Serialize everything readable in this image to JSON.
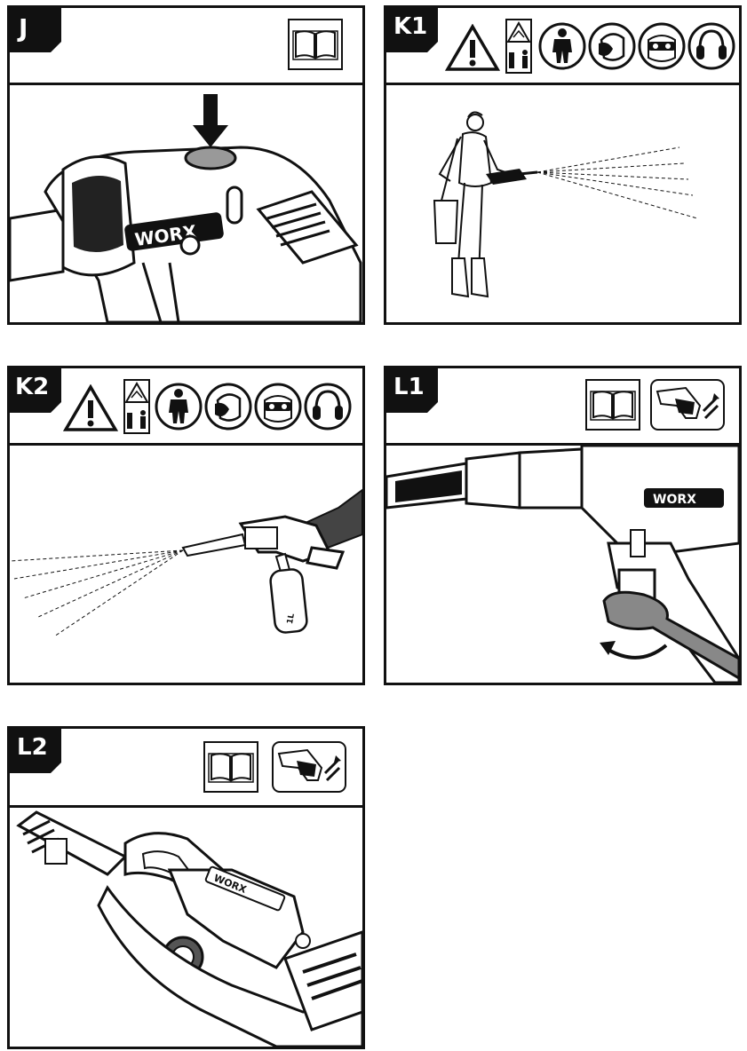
{
  "panels": {
    "J": {
      "label": "J",
      "brand": "WORX"
    },
    "K1": {
      "label": "K1"
    },
    "K2": {
      "label": "K2",
      "bottle_text": "1L"
    },
    "L1": {
      "label": "L1",
      "brand": "WORX"
    },
    "L2": {
      "label": "L2",
      "brand": "WORX"
    }
  },
  "icons": {
    "manual": "book-icon",
    "warning": "warning-triangle-icon",
    "spray_hazard": "spray-hazard-icon",
    "protective_suit": "protective-suit-icon",
    "respirator": "respirator-icon",
    "goggles": "goggles-icon",
    "ear_protection": "ear-protection-icon",
    "battery_removal": "battery-removal-icon"
  },
  "colors": {
    "ink": "#111111",
    "paper": "#ffffff",
    "shade": "#888888"
  }
}
